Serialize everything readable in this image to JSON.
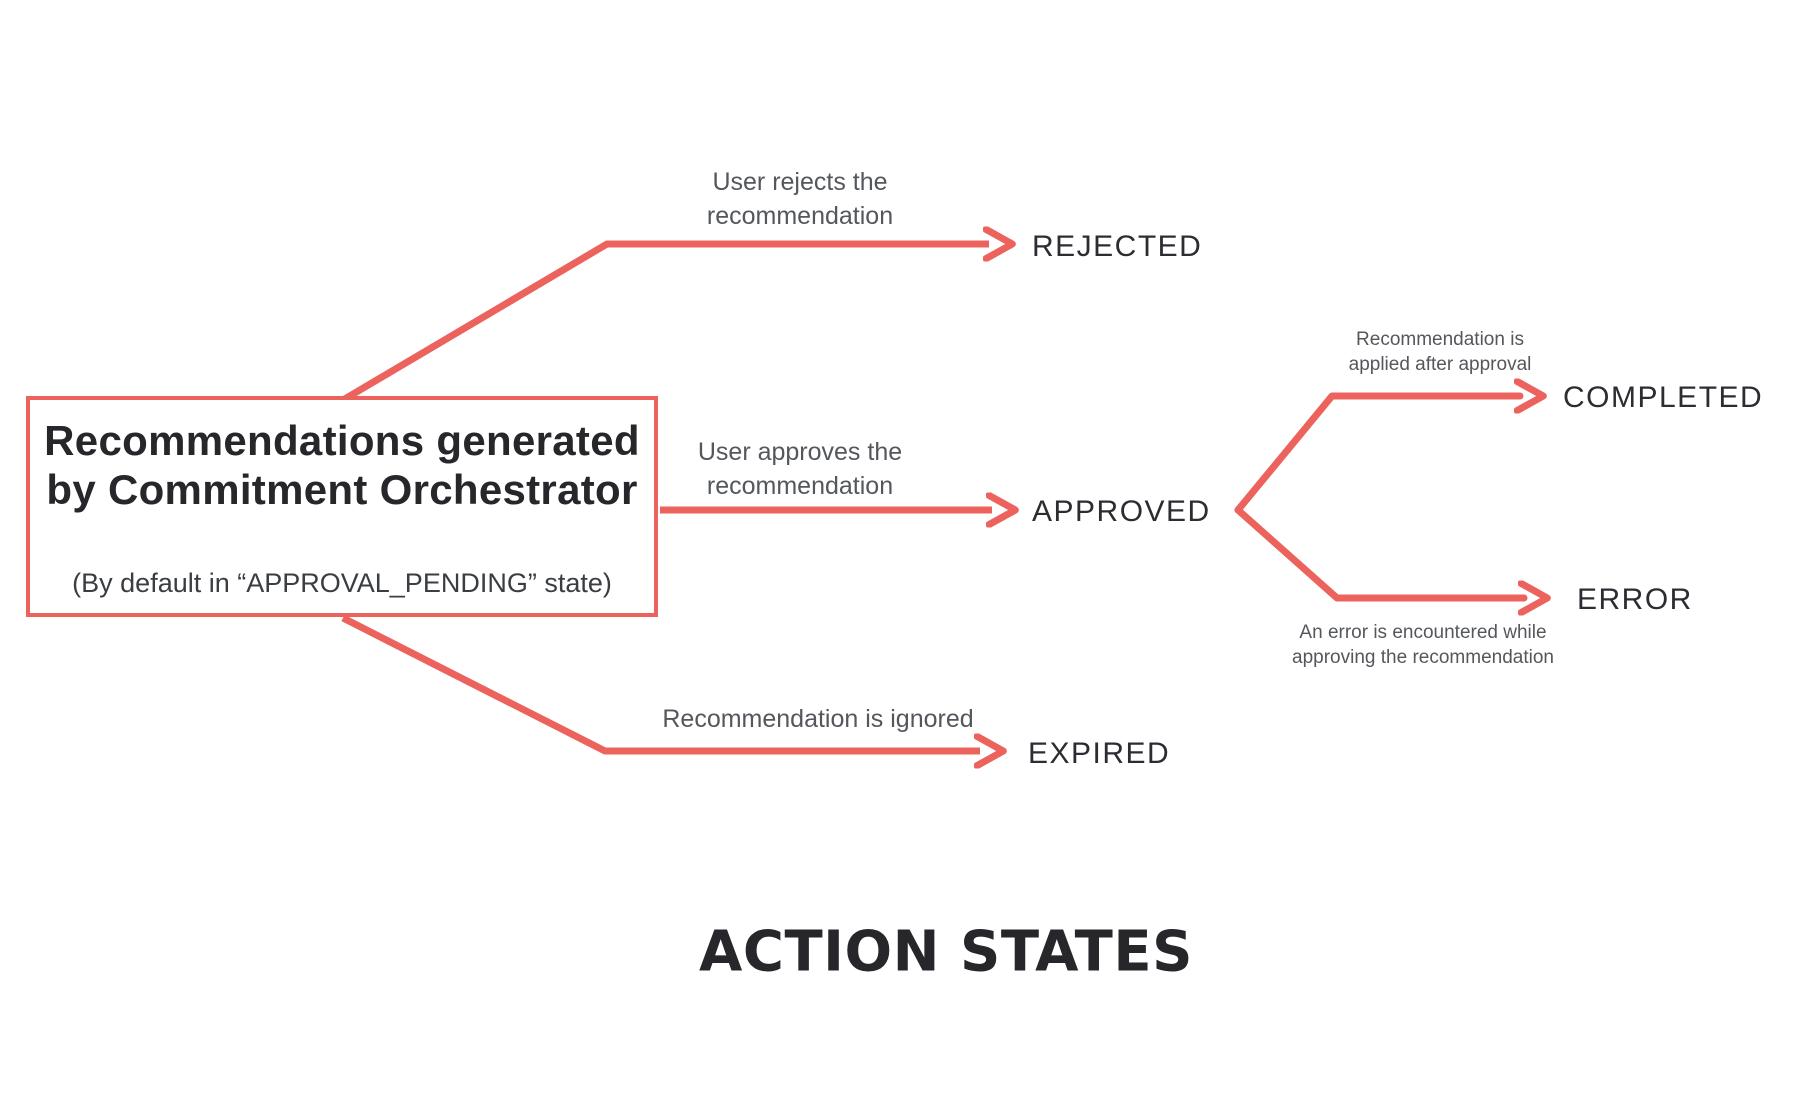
{
  "title": "ACTION STATES",
  "box": {
    "title_line1": "Recommendations generated",
    "title_line2": "by Commitment Orchestrator",
    "subtitle": "(By default in “APPROVAL_PENDING” state)"
  },
  "states": {
    "rejected": {
      "label": "REJECTED"
    },
    "approved": {
      "label": "APPROVED"
    },
    "completed": {
      "label": "COMPLETED"
    },
    "error": {
      "label": "ERROR"
    },
    "expired": {
      "label": "EXPIRED"
    }
  },
  "edges": {
    "reject": {
      "line1": "User rejects the",
      "line2": "recommendation"
    },
    "approve": {
      "line1": "User approves the",
      "line2": "recommendation"
    },
    "ignore": {
      "line1": "Recommendation is ignored"
    },
    "complete": {
      "line1": "Recommendation is",
      "line2": "applied after approval"
    },
    "error": {
      "line1": "An error is encountered while",
      "line2": "approving the recommendation"
    }
  },
  "colors": {
    "arrow": "#ec625d",
    "text_dark": "#2b2d33",
    "label_gray": "#54575c",
    "title_black": "#26262b",
    "background": "#ffffff"
  }
}
